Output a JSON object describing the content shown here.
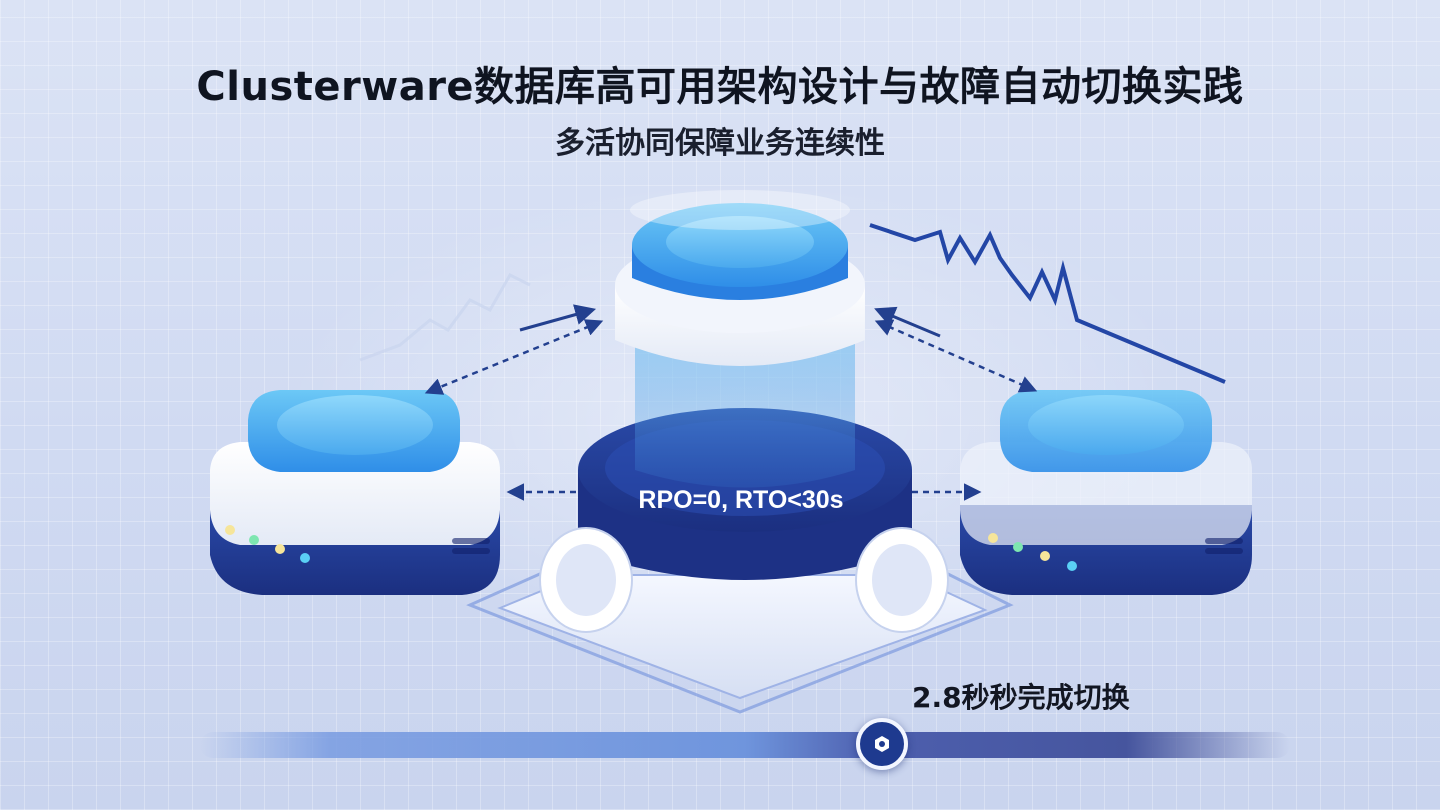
{
  "title": "Clusterware数据库高可用架构设计与故障自动切换实践",
  "subtitle": "多活协同保障业务连续性",
  "center_node": {
    "metric_label": "RPO=0, RTO<30s"
  },
  "switch_status": {
    "label": "2.8秒秒完成切换"
  },
  "icons": {
    "timeline_knob": "cluster-node-icon"
  },
  "colors": {
    "primary": "#1f3a93",
    "accent": "#2f8ee8",
    "light_blue": "#6cc4f5",
    "background": "#d4ddf3"
  }
}
